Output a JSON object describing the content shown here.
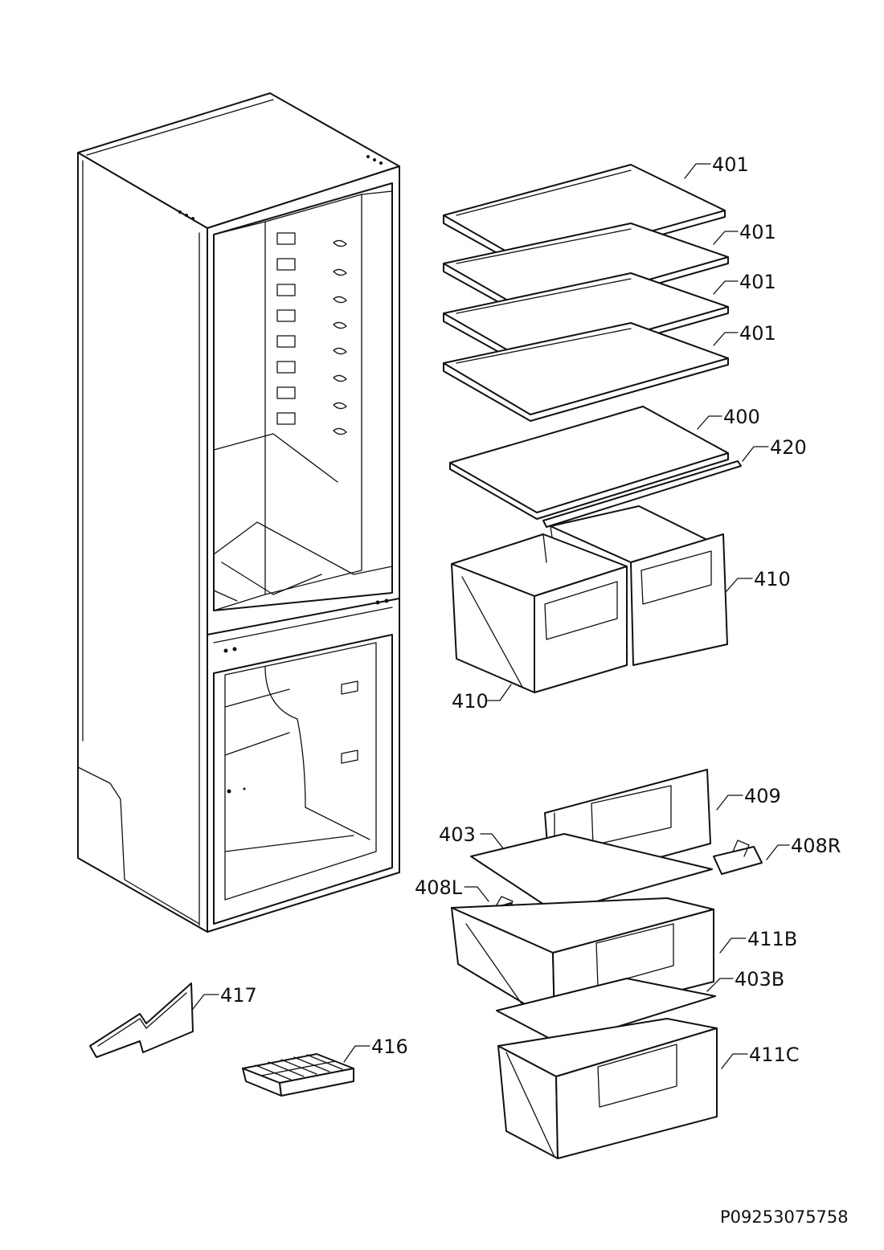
{
  "doc_id": "P09253075758",
  "labels": {
    "shelf_1": "401",
    "shelf_2": "401",
    "shelf_3": "401",
    "shelf_4": "401",
    "glass_cover": "400",
    "trim": "420",
    "crisper_right": "410",
    "crisper_left": "410",
    "drawer_front": "409",
    "drawer_glass": "403",
    "slide_right": "408R",
    "slide_left": "408L",
    "drawer_b": "411B",
    "drawer_b_glass": "403B",
    "drawer_c": "411C",
    "ice_scraper": "417",
    "ice_tray": "416"
  }
}
